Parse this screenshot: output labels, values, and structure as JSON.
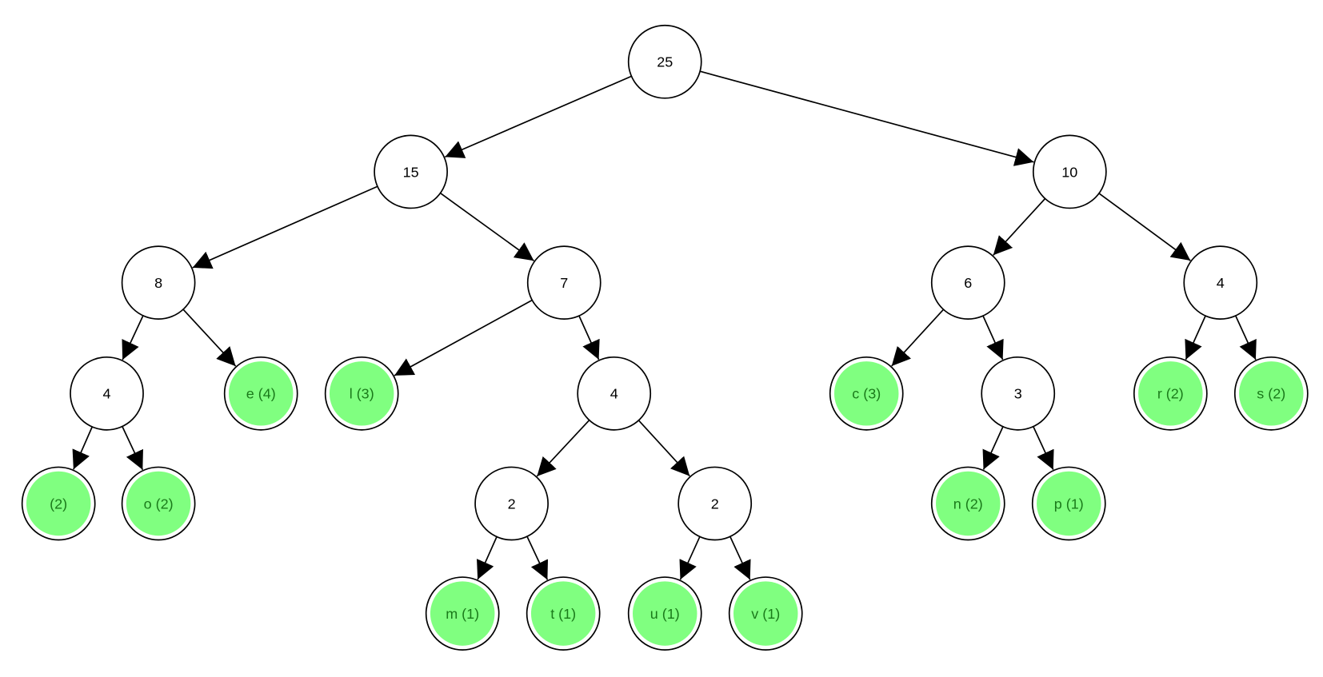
{
  "title": "Huffman tree",
  "colors": {
    "leaf_fill": "#80ff80",
    "leaf_text": "#1a7a1a",
    "internal_fill": "#ffffff",
    "stroke": "#000000"
  },
  "nodes": [
    {
      "id": "root",
      "label": "25",
      "leaf": false
    },
    {
      "id": "n15",
      "label": "15",
      "leaf": false
    },
    {
      "id": "n10",
      "label": "10",
      "leaf": false
    },
    {
      "id": "n8",
      "label": "8",
      "leaf": false
    },
    {
      "id": "n7",
      "label": "7",
      "leaf": false
    },
    {
      "id": "n6",
      "label": "6",
      "leaf": false
    },
    {
      "id": "n4r",
      "label": "4",
      "leaf": false
    },
    {
      "id": "n4l",
      "label": "4",
      "leaf": false
    },
    {
      "id": "e",
      "label": "e (4)",
      "leaf": true
    },
    {
      "id": "l",
      "label": "l (3)",
      "leaf": true
    },
    {
      "id": "n4m",
      "label": "4",
      "leaf": false
    },
    {
      "id": "c",
      "label": "c (3)",
      "leaf": true
    },
    {
      "id": "n3",
      "label": "3",
      "leaf": false
    },
    {
      "id": "r",
      "label": "r (2)",
      "leaf": true
    },
    {
      "id": "s",
      "label": "s (2)",
      "leaf": true
    },
    {
      "id": "space",
      "label": "  (2)",
      "leaf": true
    },
    {
      "id": "o",
      "label": "o (2)",
      "leaf": true
    },
    {
      "id": "n2a",
      "label": "2",
      "leaf": false
    },
    {
      "id": "n2b",
      "label": "2",
      "leaf": false
    },
    {
      "id": "n",
      "label": "n (2)",
      "leaf": true
    },
    {
      "id": "p",
      "label": "p (1)",
      "leaf": true
    },
    {
      "id": "m",
      "label": "m (1)",
      "leaf": true
    },
    {
      "id": "t",
      "label": "t (1)",
      "leaf": true
    },
    {
      "id": "u",
      "label": "u (1)",
      "leaf": true
    },
    {
      "id": "v",
      "label": "v (1)",
      "leaf": true
    }
  ],
  "edges": [
    [
      "root",
      "n15"
    ],
    [
      "root",
      "n10"
    ],
    [
      "n15",
      "n8"
    ],
    [
      "n15",
      "n7"
    ],
    [
      "n10",
      "n6"
    ],
    [
      "n10",
      "n4r"
    ],
    [
      "n8",
      "n4l"
    ],
    [
      "n8",
      "e"
    ],
    [
      "n7",
      "l"
    ],
    [
      "n7",
      "n4m"
    ],
    [
      "n6",
      "c"
    ],
    [
      "n6",
      "n3"
    ],
    [
      "n4r",
      "r"
    ],
    [
      "n4r",
      "s"
    ],
    [
      "n4l",
      "space"
    ],
    [
      "n4l",
      "o"
    ],
    [
      "n4m",
      "n2a"
    ],
    [
      "n4m",
      "n2b"
    ],
    [
      "n3",
      "n"
    ],
    [
      "n3",
      "p"
    ],
    [
      "n2a",
      "m"
    ],
    [
      "n2a",
      "t"
    ],
    [
      "n2b",
      "u"
    ],
    [
      "n2b",
      "v"
    ]
  ]
}
